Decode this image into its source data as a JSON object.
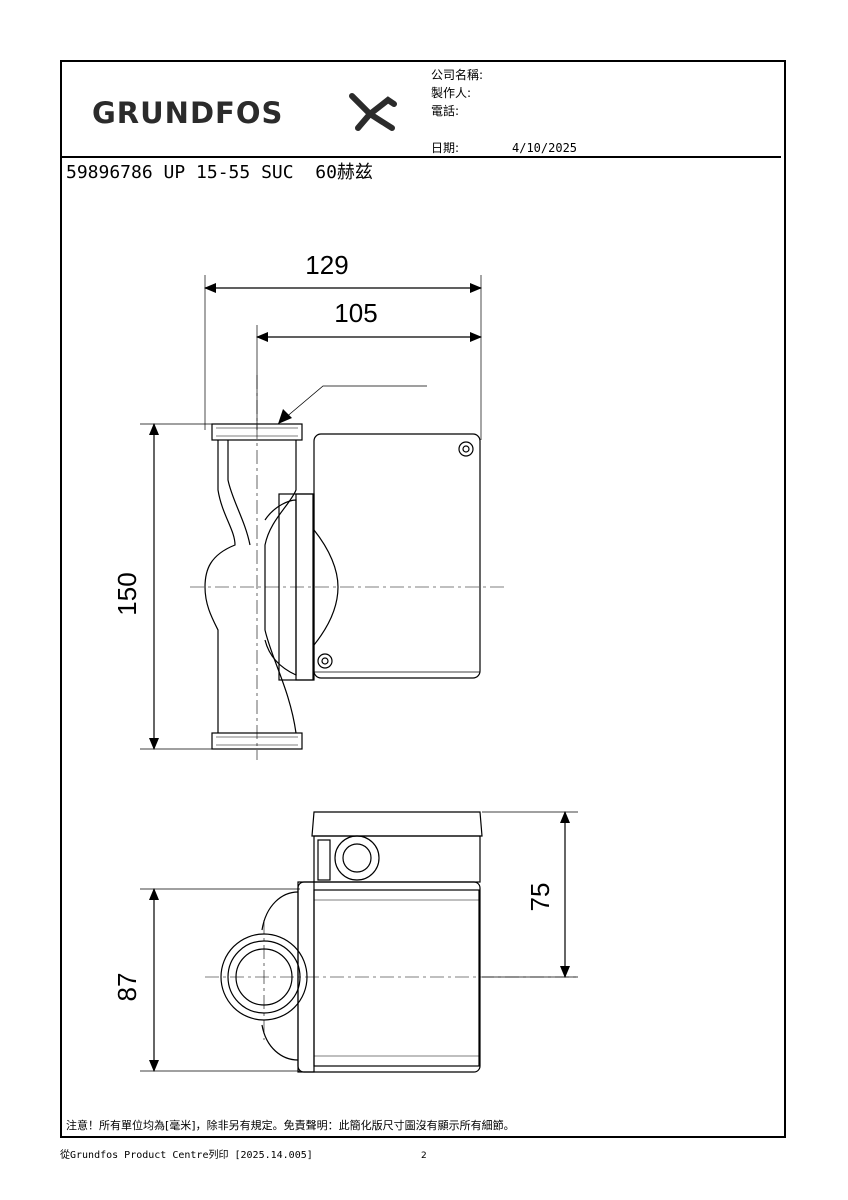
{
  "header": {
    "brand": "GRUNDFOS",
    "company_label": "公司名稱:",
    "author_label": "製作人:",
    "phone_label": "電話:",
    "date_label": "日期:",
    "date_value": "4/10/2025"
  },
  "product_title": "59896786 UP 15-55 SUC  60赫兹",
  "dimensions": {
    "width_overall": "129",
    "width_to_axis": "105",
    "height_front": "150",
    "height_side": "87",
    "depth_box": "75"
  },
  "footer": {
    "note": "注意！所有單位均為[毫米]，除非另有規定。免責聲明：此簡化版尺寸圖沒有顯示所有細節。",
    "printed_from": "從Grundfos Product Centre列印 [2025.14.005]",
    "page_number": "2"
  }
}
